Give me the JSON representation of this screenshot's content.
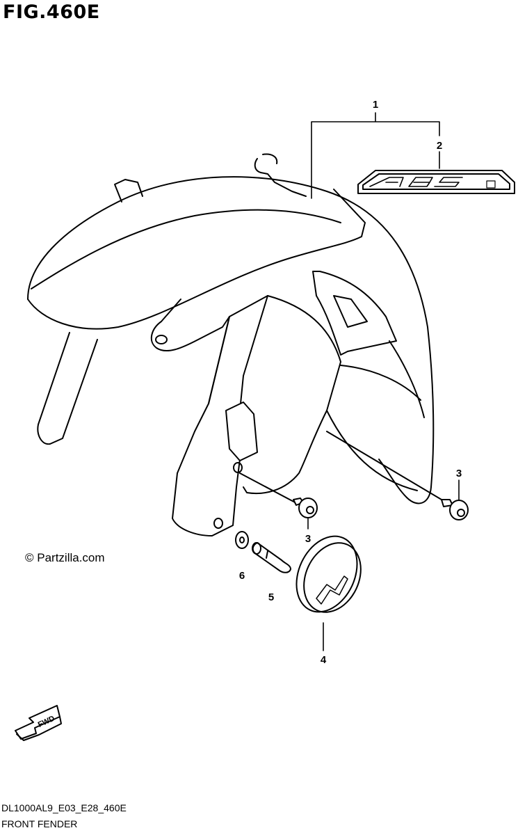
{
  "figure": {
    "title": "FIG.460E",
    "copyright": "© Partzilla.com",
    "code": "DL1000AL9_E03_E28_460E",
    "subtitle": "FRONT FENDER"
  },
  "parts": [
    {
      "ref": "1"
    },
    {
      "ref": "2"
    },
    {
      "ref": "3"
    },
    {
      "ref": "3"
    },
    {
      "ref": "4"
    },
    {
      "ref": "5"
    },
    {
      "ref": "6"
    }
  ],
  "decals": {
    "abs_text": "ABS",
    "fwd_text": "FWD"
  }
}
